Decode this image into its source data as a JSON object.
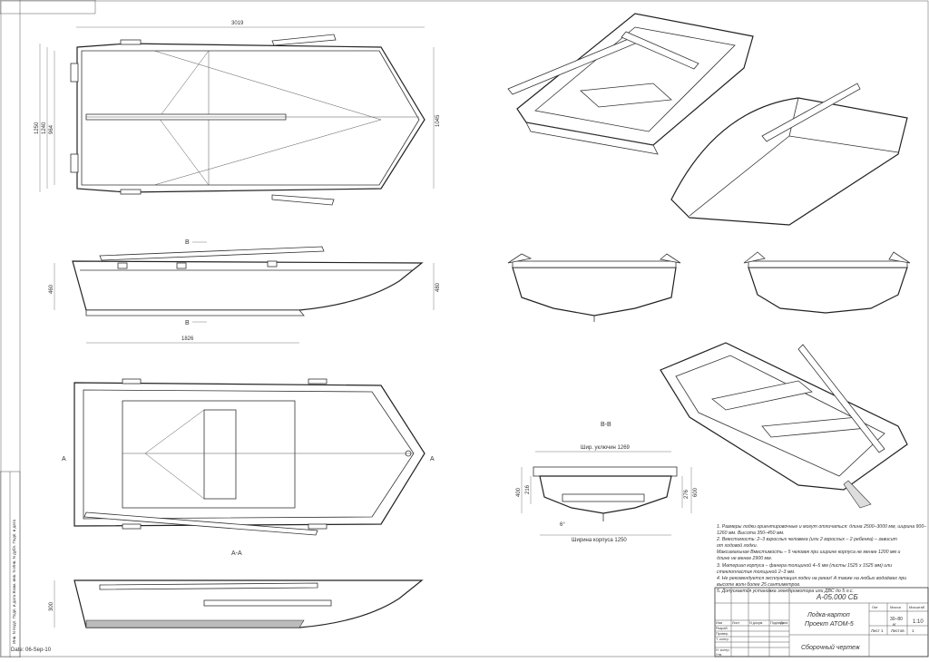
{
  "dims": {
    "top_length": "3019",
    "top_width_1": "1250",
    "top_width_2": "1240",
    "top_width_3": "964",
    "top_width_right": "1045",
    "side_height_left": "460",
    "side_height_right": "480",
    "side_keel_length": "1826",
    "bow_height": "300",
    "section_top_width": "Шир. уключин 1269",
    "section_hull_width": "Ширина корпуса 1250",
    "section_h1": "400",
    "section_h2": "216",
    "section_h3": "276",
    "section_h4": "600",
    "section_angle": "6°"
  },
  "labels": {
    "section_bb_top": "B",
    "section_bb_bottom": "B",
    "section_aa_left": "A",
    "section_aa_right": "A",
    "section_bb_title": "B-B",
    "section_aa_title": "A-A"
  },
  "notes": [
    "1. Размеры лодки ориентировочные и могут отличаться: длина 2500–3000 мм, ширина 900–",
    "   1260 мм. Высота 350–450 мм.",
    "2. Вместимость: 2–3 взрослых человека (или 2 взрослых – 2 ребенка) – зависит",
    "   от ходовой лодки.",
    "   Максимальная Вместимость – 5 человек при ширине корпуса не менее 1200 мм и",
    "   длине не менее 2900 мм.",
    "3. Материал корпуса – фанера толщиной 4–5 мм (листы 1525 x 1525 мм) или",
    "   стеклопластик толщиной 2–3 мм.",
    "4. Не рекомендуется эксплуатация лодки на реках! А также на любых водоёмах при",
    "   высоте волн более 25 сантиметров.",
    "5. Допускается установка электромотора или ДВС до 5 л.с."
  ],
  "title_block": {
    "code": "А-05.000 СБ",
    "name_1": "Лодка-картоп",
    "name_2": "Проект ATOM-5",
    "drawing_type": "Сборочный чертеж",
    "col_lit": "Лит",
    "col_mass": "Масса",
    "col_scale": "Масштаб",
    "mass": "30–80",
    "mass_unit": "кг",
    "scale": "1:10",
    "sheet_label": "Лист 1",
    "sheets_label": "Листов",
    "sheets_count": "1",
    "rows": [
      "Изм",
      "Лист",
      "N докум.",
      "Подпись",
      "Дата"
    ],
    "roles": [
      "Разраб.",
      "Провер.",
      "Т. контр.",
      "Н. контр.",
      "Утв."
    ]
  },
  "margin_stamp": "Инв. N подл.   Подп. и дата   Взам. инв. N   Инв. N дубл.   Подп. и дата",
  "date": "Date: 06-Sep-10"
}
